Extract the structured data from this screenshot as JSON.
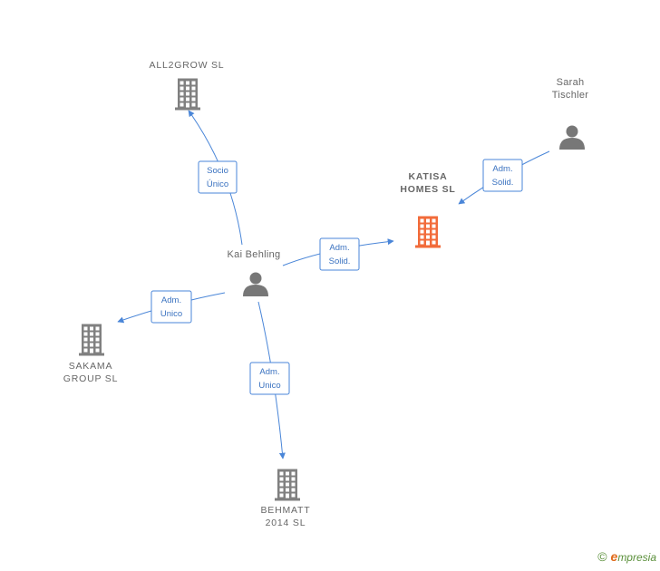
{
  "nodes": [
    {
      "id": "all2grow",
      "type": "company",
      "lines": [
        "ALL2GROW  SL"
      ],
      "focus": false
    },
    {
      "id": "katisa",
      "type": "company",
      "lines": [
        "KATISA",
        "HOMES  SL"
      ],
      "focus": true
    },
    {
      "id": "sakama",
      "type": "company",
      "lines": [
        "SAKAMA",
        "GROUP  SL"
      ],
      "focus": false
    },
    {
      "id": "behmatt",
      "type": "company",
      "lines": [
        "BEHMATT",
        "2014  SL"
      ],
      "focus": false
    },
    {
      "id": "kai",
      "type": "person",
      "lines": [
        "Kai Behling"
      ],
      "focus": false
    },
    {
      "id": "sarah",
      "type": "person",
      "lines": [
        "Sarah",
        "Tischler"
      ],
      "focus": false
    }
  ],
  "edges": [
    {
      "from": "kai",
      "to": "all2grow",
      "lines": [
        "Socio",
        "Único"
      ]
    },
    {
      "from": "kai",
      "to": "katisa",
      "lines": [
        "Adm.",
        "Solid."
      ]
    },
    {
      "from": "kai",
      "to": "sakama",
      "lines": [
        "Adm.",
        "Unico"
      ]
    },
    {
      "from": "kai",
      "to": "behmatt",
      "lines": [
        "Adm.",
        "Unico"
      ]
    },
    {
      "from": "sarah",
      "to": "katisa",
      "lines": [
        "Adm.",
        "Solid."
      ]
    }
  ],
  "colors": {
    "edge": "#4a86d8",
    "company": "#808080",
    "focus_company": "#f26b3a",
    "person": "#777777"
  },
  "footer": {
    "copyright": "©",
    "brand_initial": "e",
    "brand_rest": "mpresia"
  }
}
